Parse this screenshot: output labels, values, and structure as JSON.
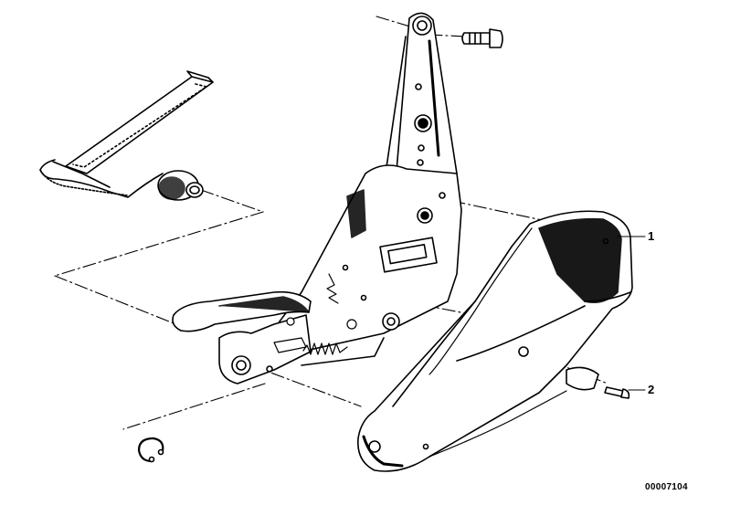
{
  "diagram": {
    "callouts": [
      {
        "label": "1",
        "part": "seat-cover-panel"
      },
      {
        "label": "2",
        "part": "screw"
      }
    ],
    "drawing_code": "00007104",
    "colors": {
      "line": "#000000",
      "background": "#ffffff"
    }
  }
}
